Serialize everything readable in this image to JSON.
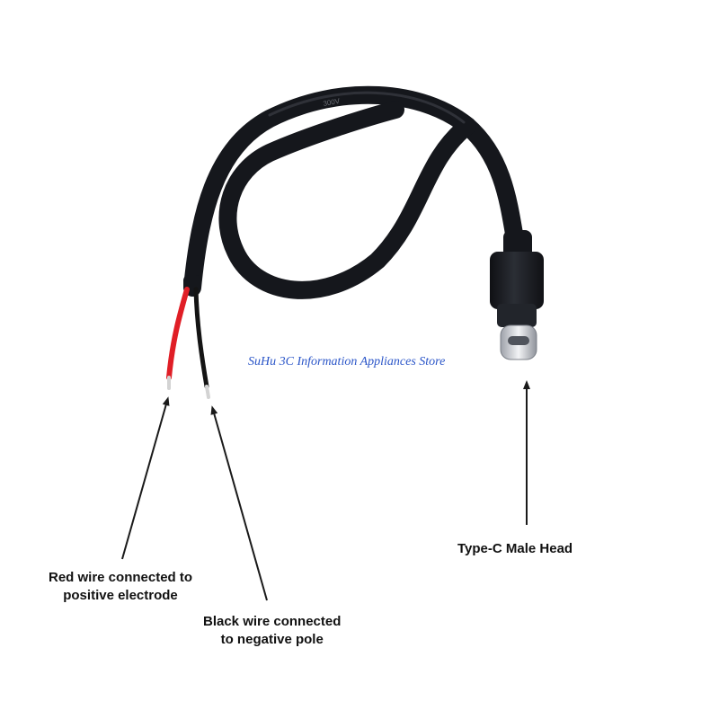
{
  "diagram": {
    "watermark": "SuHu 3C Information Appliances Store",
    "cable_print": "300V",
    "labels": {
      "red_wire": {
        "line1": "Red wire connected to",
        "line2": "positive electrode"
      },
      "black_wire": {
        "line1": "Black wire connected",
        "line2": "to negative pole"
      },
      "connector": {
        "line1": "Type-C Male Head"
      }
    },
    "colors": {
      "cable": "#15171c",
      "red_wire": "#e01e26",
      "black_wire": "#141414",
      "connector_body": "#1b1d22",
      "plug_metal": "#d9dbe0",
      "watermark": "#2a55c8",
      "arrow": "#1a1a1a"
    }
  }
}
